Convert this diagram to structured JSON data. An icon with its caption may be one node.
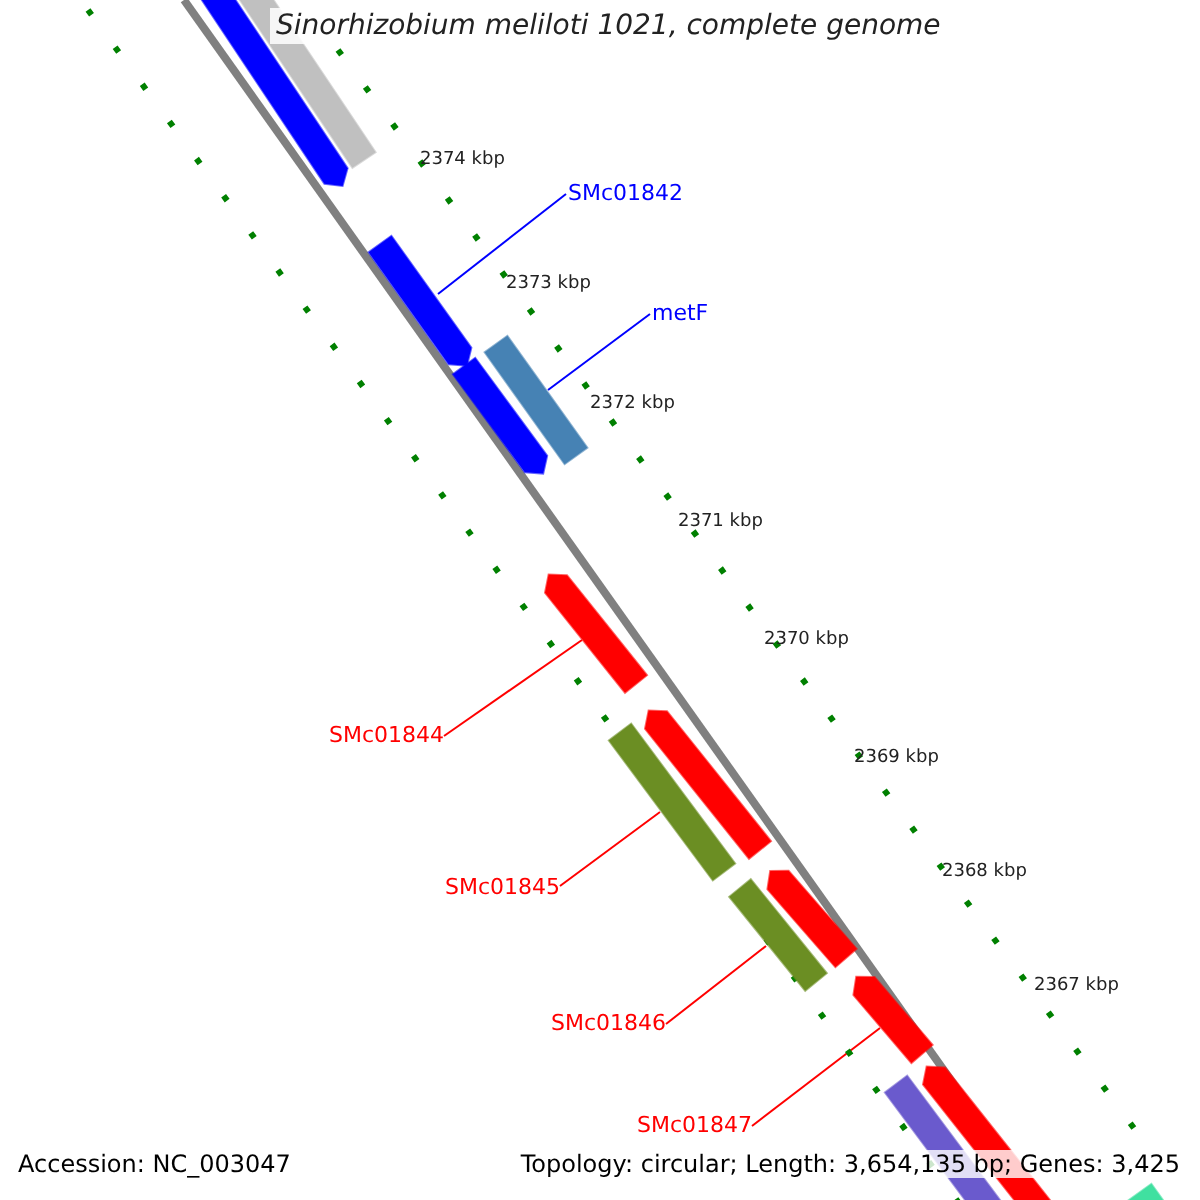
{
  "diagram": {
    "title": "Sinorhizobium meliloti 1021, complete genome",
    "nodes": [
      {
        "text": [
          "SMc01842"
        ]
      },
      {
        "text": [
          "metF"
        ]
      },
      {
        "text": [
          "SMc01844"
        ]
      },
      {
        "text": [
          "SMc01845"
        ]
      },
      {
        "text": [
          "SMc01846"
        ]
      },
      {
        "text": [
          "SMc01847"
        ]
      },
      {
        "text": [],
        "shape": "bar"
      },
      {
        "text": [],
        "shape": "bar"
      },
      {
        "text": [],
        "shape": "bar"
      },
      {
        "text": [],
        "shape": "bar"
      },
      {
        "text": [],
        "shape": "bar"
      },
      {
        "text": [],
        "shape": "bar"
      },
      {
        "text": [],
        "shape": "bar"
      },
      {
        "text": [],
        "shape": "bar"
      },
      {
        "text": [],
        "shape": "bar"
      },
      {
        "text": [],
        "shape": "bar"
      },
      {
        "text": [],
        "shape": "bar"
      },
      {
        "text": [],
        "shape": "bar"
      },
      {
        "text": [],
        "shape": "bar"
      },
      {
        "text": [],
        "shape": "bar"
      }
    ],
    "edges": [
      {
        "from": 0,
        "to": 6,
        "arrow": "none",
        "color": "#0000ff"
      },
      {
        "from": 1,
        "to": 7,
        "arrow": "none",
        "color": "#0000ff"
      },
      {
        "from": 2,
        "to": 8,
        "arrow": "none"
      },
      {
        "from": 3,
        "to": 9,
        "arrow": "none"
      },
      {
        "from": 4,
        "to": 10,
        "arrow": "none"
      },
      {
        "from": 5,
        "to": 11,
        "arrow": "none"
      }
    ],
    "labels": [
      "2374 kbp",
      "2373 kbp",
      "2372 kbp",
      "2371 kbp",
      "2370 kbp",
      "2369 kbp",
      "2368 kbp",
      "2367 kbp",
      "Accession: NC_003047",
      "Topology: circular; Length: 3,654,135 bp; Genes: 3,425"
    ]
  }
}
